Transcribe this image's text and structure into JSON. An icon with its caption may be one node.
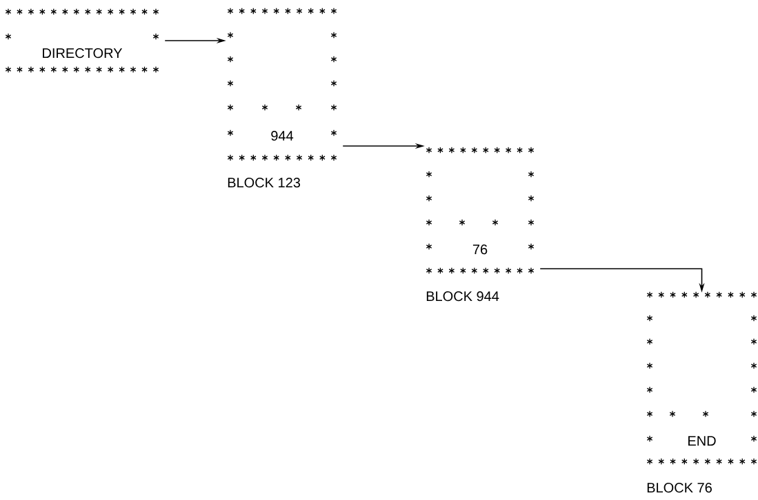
{
  "diagram": {
    "nodes": [
      {
        "text": [
          "DIRECTORY"
        ]
      },
      {
        "text": [
          "944"
        ],
        "beside": [
          "BLOCK 123"
        ]
      },
      {
        "text": [
          "76"
        ],
        "beside": [
          "BLOCK 944"
        ]
      },
      {
        "text": [
          "END"
        ],
        "beside": [
          "BLOCK 76"
        ]
      }
    ],
    "edges": [
      {
        "from": 0,
        "to": 1,
        "arrow": "to"
      },
      {
        "from": 1,
        "to": 2,
        "arrow": "to"
      },
      {
        "from": 2,
        "to": 3,
        "arrow": "to"
      }
    ]
  }
}
